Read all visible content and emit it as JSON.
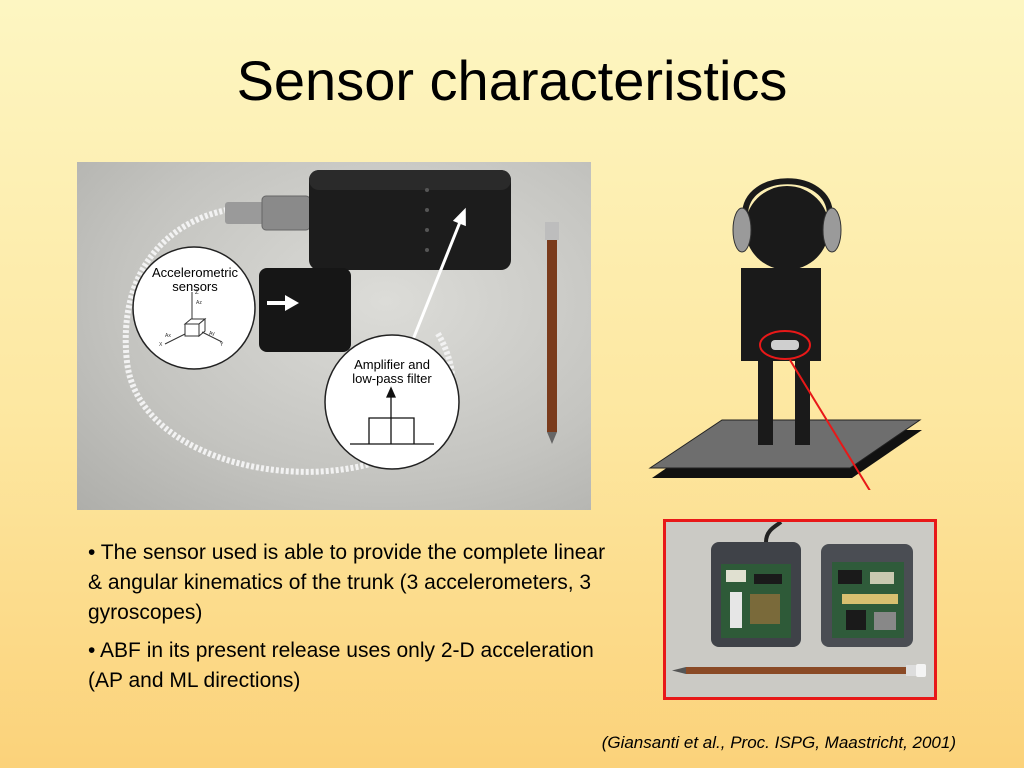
{
  "slide": {
    "title": "Sensor characteristics",
    "photo_labels": {
      "accelerometric_line1": "Accelerometric",
      "accelerometric_line2": "sensors",
      "amplifier_line1": "Amplifier and",
      "amplifier_line2": "low-pass filter"
    },
    "axis_labels": {
      "z": "Z",
      "az": "Az",
      "ax": "Ax",
      "ay": "Ay",
      "x": "X",
      "y": "Y"
    },
    "bullets": [
      "• The sensor used is able to provide the complete linear & angular kinematics of the trunk (3 accelerometers, 3 gyroscopes)",
      "• ABF in its present release uses only 2-D acceleration (AP and ML directions)"
    ],
    "citation": "(Giansanti et al., Proc. ISPG, Maastricht, 2001)"
  },
  "colors": {
    "highlight_red": "#e81818",
    "figure_dark": "#1a1a1a",
    "headphone_gray": "#9a9a9a"
  }
}
